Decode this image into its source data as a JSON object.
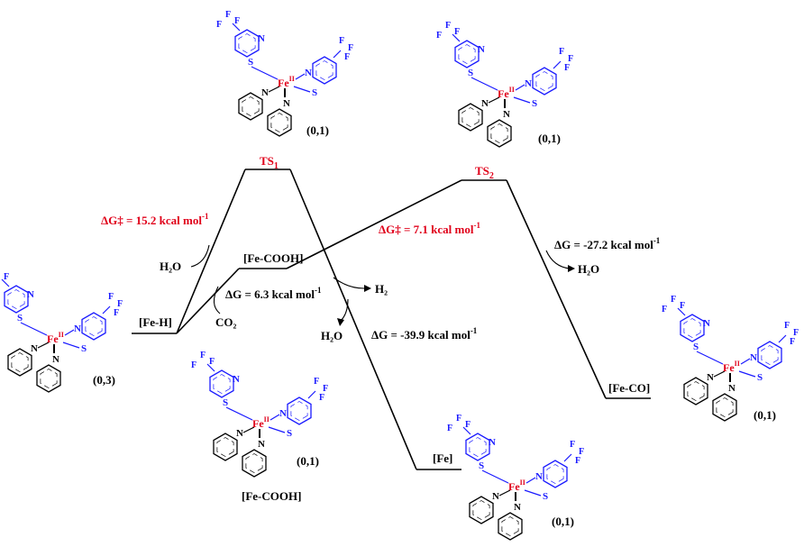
{
  "states": {
    "fe_h": "[Fe-H]",
    "ts1": "TS",
    "ts1_sub": "1",
    "fe_cooh": "[Fe-COOH]",
    "ts2": "TS",
    "ts2_sub": "2",
    "fe": "[Fe]",
    "fe_co": "[Fe-CO]"
  },
  "energies": {
    "dg_ts1": "ΔG‡ = 15.2 kcal mol",
    "dg_ts2": "ΔG‡ = 7.1 kcal mol",
    "dg_cooh": "ΔG = 6.3 kcal mol",
    "dg_fe": "ΔG = -39.9 kcal mol",
    "dg_co": "ΔG = -27.2 kcal mol",
    "exp": "-1"
  },
  "species": {
    "h2o_in": "H₂O",
    "co2": "CO₂",
    "h2": "H₂",
    "h2o_out1": "H₂O",
    "h2o_out2": "H₂O"
  },
  "spin": {
    "fe_h": "(0,3)",
    "ts1": "(0,1)",
    "ts2": "(0,1)",
    "fe_cooh": "(0,1)",
    "fe": "(0,1)",
    "fe_co": "(0,1)"
  },
  "structure_labels": {
    "fe_cooh_caption": "[Fe-COOH]",
    "metal": "Fe",
    "ox": "II"
  },
  "colors": {
    "ligand": "#1a1aff",
    "metal": "#e0001a",
    "profile": "#000000"
  }
}
